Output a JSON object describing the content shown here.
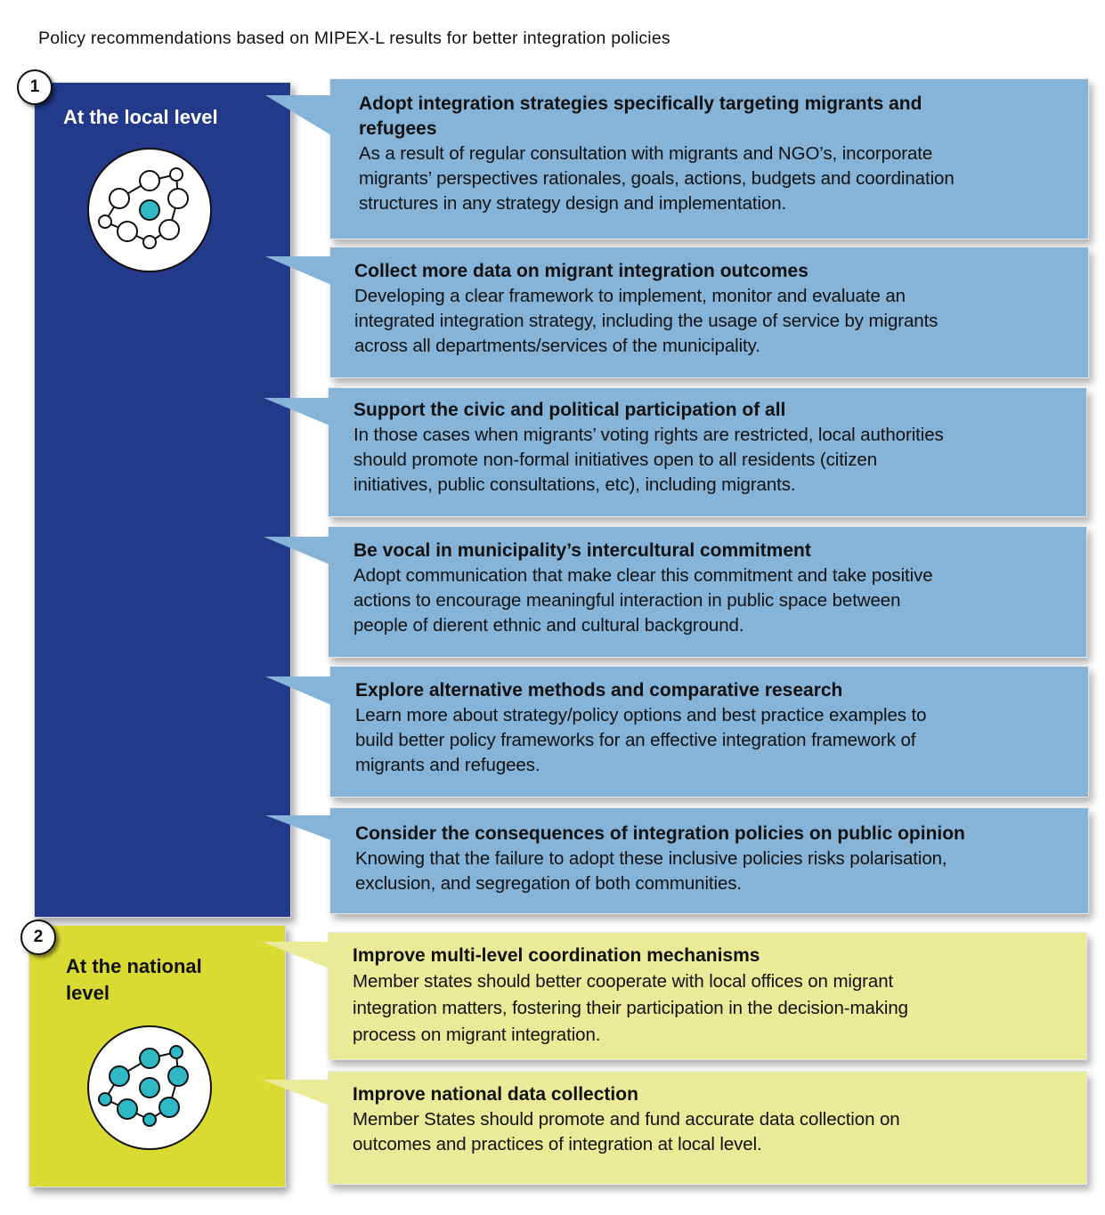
{
  "title": "Policy recommendations based on MIPEX-L results for better integration policies",
  "colors": {
    "local": "#233a8b",
    "national": "#d9db33",
    "local_card": "#86b4d9",
    "national_card": "#eaeb98",
    "node_accent": "#2fb8c6"
  },
  "local": {
    "badge": "1",
    "label": "At the local level",
    "icon": "network-icon",
    "cards": [
      {
        "title_lines": [
          "Adopt integration strategies specifically targeting migrants and",
          "refugees"
        ],
        "body": [
          "As a result of regular consultation with migrants and NGO’s, incorporate",
          "migrants’ perspectives rationales, goals, actions, budgets and coordination",
          "structures in any strategy design and  implementation."
        ]
      },
      {
        "title_lines": [
          "Collect more data on migrant integration outcomes"
        ],
        "body": [
          "Developing a clear framework to implement, monitor and evaluate an",
          "integrated integration strategy, including the usage of service by migrants",
          "across all departments/services of the municipality."
        ]
      },
      {
        "title_lines": [
          "Support the civic and political participation of all"
        ],
        "body": [
          "In those cases when migrants’ voting rights are restricted, local authorities",
          "should promote non-formal initiatives open to all residents (citizen",
          "initiatives, public consultations, etc), including migrants."
        ]
      },
      {
        "title_lines": [
          "Be vocal in municipality’s intercultural commitment"
        ],
        "body": [
          "Adopt communication that make clear this commitment and take positive",
          "actions to encourage meaningful interaction in public space between",
          "people of dierent ethnic and cultural background."
        ]
      },
      {
        "title_lines": [
          "Explore alternative methods and comparative research"
        ],
        "body": [
          "Learn more about strategy/policy options and best practice examples to",
          "build better policy frameworks for an effective integration framework of",
          "migrants and refugees."
        ]
      },
      {
        "title_lines": [
          "Consider the consequences of integration policies on public opinion"
        ],
        "body": [
          "Knowing that the failure to adopt these inclusive policies risks polarisation,",
          "exclusion, and segregation of both communities."
        ]
      }
    ]
  },
  "national": {
    "badge": "2",
    "label": "At the national level",
    "icon": "network-filled-icon",
    "cards": [
      {
        "title_lines": [
          "Improve multi-level coordination mechanisms"
        ],
        "body": [
          "Member states should better cooperate with local offices on migrant",
          "integration matters, fostering their participation in the decision-making",
          "process on migrant integration."
        ]
      },
      {
        "title_lines": [
          "Improve national data collection"
        ],
        "body": [
          "Member States should promote and fund accurate data collection on",
          "outcomes and practices of integration at local level."
        ]
      }
    ]
  }
}
